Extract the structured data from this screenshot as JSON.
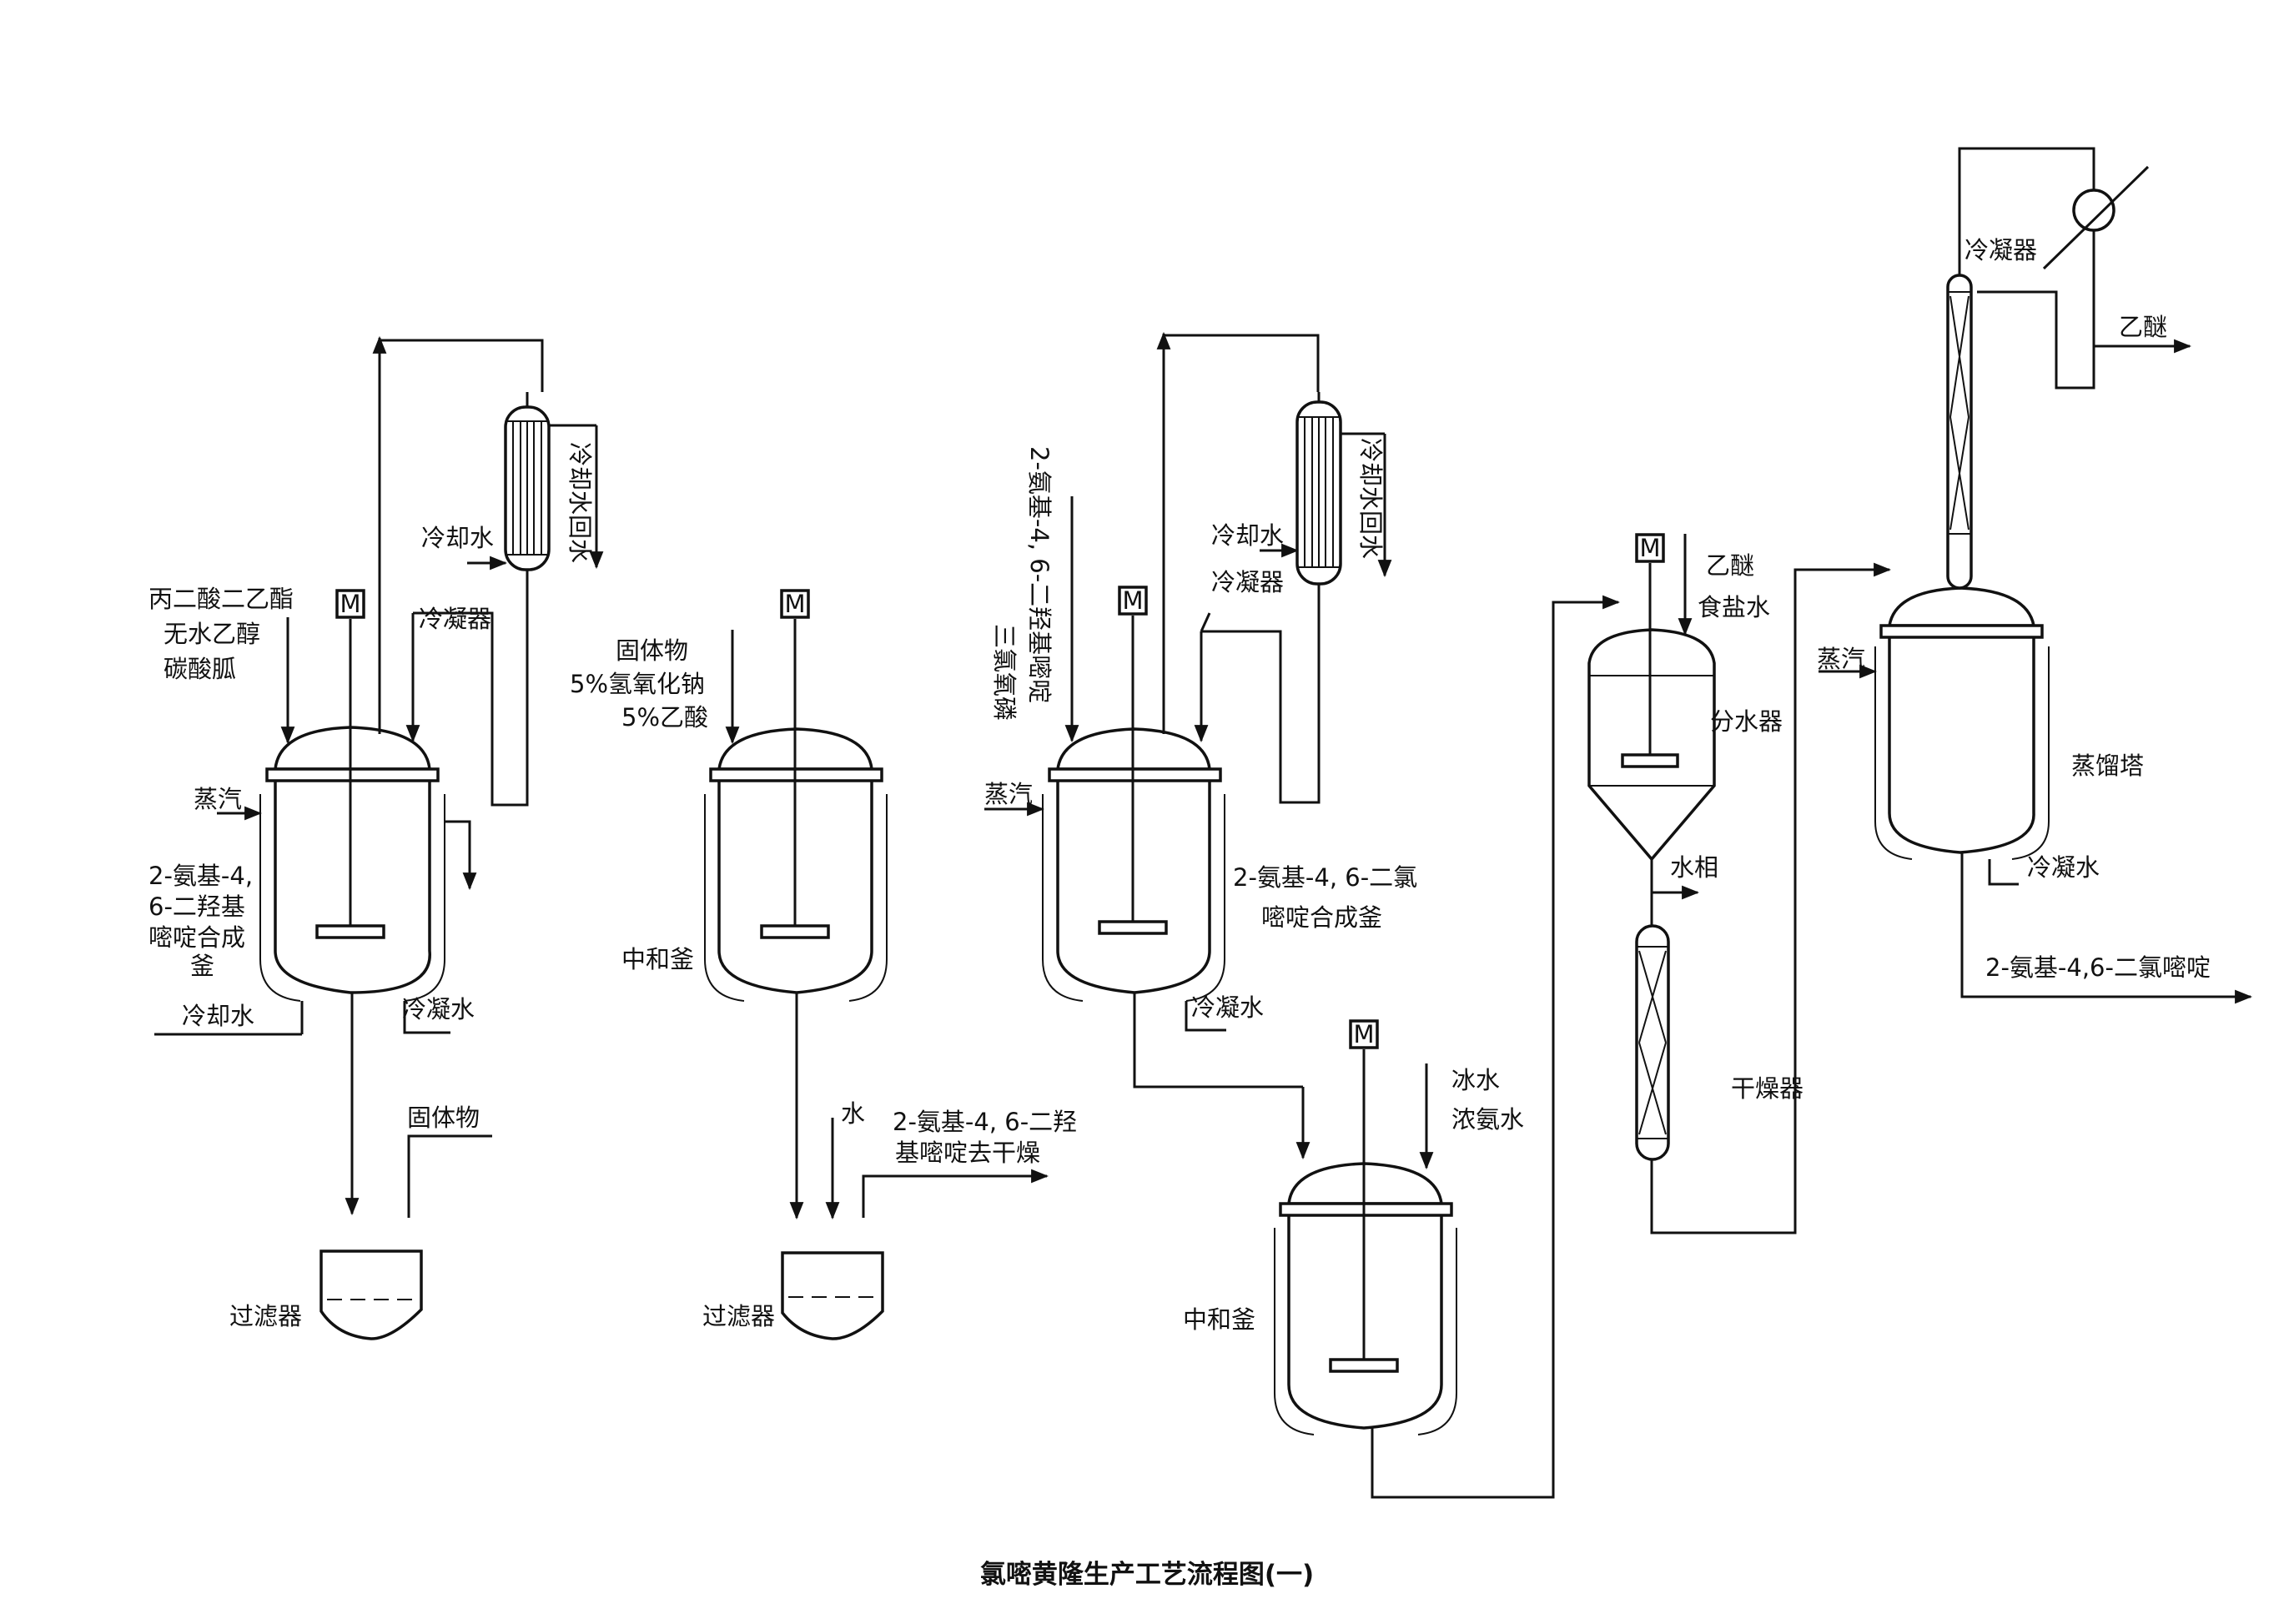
{
  "title": "氯嘧黄隆生产工艺流程图(一)",
  "motor_symbol": "M",
  "labels": {
    "feed1_line1": "丙二酸二乙酯",
    "feed1_line2": "无水乙醇",
    "feed1_line3": "碳酸胍",
    "steam": "蒸汽",
    "reactor1_line1": "2-氨基-4,",
    "reactor1_line2": "6-二羟基",
    "reactor1_line3": "嘧啶合成",
    "reactor1_line4": "釜",
    "cooling_water": "冷却水",
    "condensate": "冷凝水",
    "condenser": "冷凝器",
    "cooling_water_return": "冷却水回水",
    "solids": "固体物",
    "filter": "过滤器",
    "feed2_line1": "固体物",
    "feed2_line2": "5%氢氧化钠",
    "feed2_line3": "5%乙酸",
    "neutralizer": "中和釜",
    "water": "水",
    "product1_line1": "2-氨基-4, 6-二羟",
    "product1_line2": "基嘧啶去干燥",
    "feed3a": "三氯氧磷",
    "feed3b": "2-氨基-4, 6-二羟基嘧啶",
    "reactor3_line1": "2-氨基-4, 6-二氯",
    "reactor3_line2": "嘧啶合成釜",
    "feed4_line1": "冰水",
    "feed4_line2": "浓氨水",
    "ether": "乙醚",
    "brine": "食盐水",
    "separator": "分水器",
    "aqueous_phase": "水相",
    "dryer": "干燥器",
    "column": "蒸馏塔",
    "final_product": "2-氨基-4,6-二氯嘧啶"
  }
}
